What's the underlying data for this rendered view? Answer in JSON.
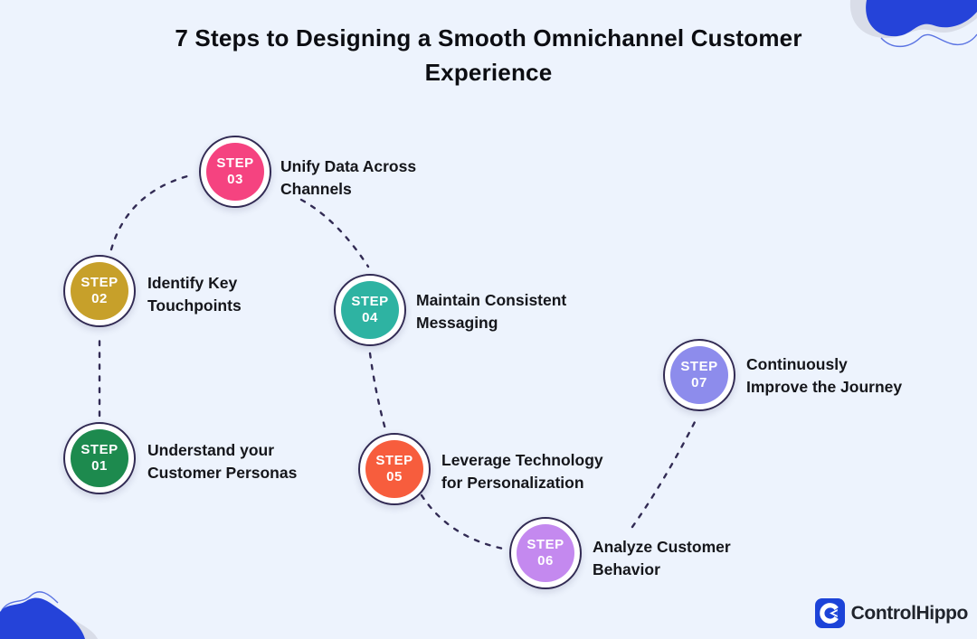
{
  "title": "7 Steps to Designing a Smooth Omnichannel Customer Experience",
  "steps": [
    {
      "prefix": "STEP",
      "number": "01",
      "label_line1": "Understand your",
      "label_line2": "Customer Personas",
      "color": "#1d8a4e"
    },
    {
      "prefix": "STEP",
      "number": "02",
      "label_line1": "Identify Key",
      "label_line2": "Touchpoints",
      "color": "#c7a02a"
    },
    {
      "prefix": "STEP",
      "number": "03",
      "label_line1": "Unify Data Across",
      "label_line2": "Channels",
      "color": "#f54380"
    },
    {
      "prefix": "STEP",
      "number": "04",
      "label_line1": "Maintain Consistent",
      "label_line2": "Messaging",
      "color": "#2eb3a2"
    },
    {
      "prefix": "STEP",
      "number": "05",
      "label_line1": "Leverage Technology",
      "label_line2": "for Personalization",
      "color": "#f75d3d"
    },
    {
      "prefix": "STEP",
      "number": "06",
      "label_line1": "Analyze Customer",
      "label_line2": "Behavior",
      "color": "#c489ef"
    },
    {
      "prefix": "STEP",
      "number": "07",
      "label_line1": "Continuously",
      "label_line2": "Improve the Journey",
      "color": "#8d8cec"
    }
  ],
  "brand": {
    "name": "ControlHippo"
  },
  "colors": {
    "background": "#edf3fd",
    "connector": "#322b54",
    "blob_blue": "#2543d9",
    "brand_blue": "#1c43d8",
    "title_text": "#0c0d12"
  }
}
